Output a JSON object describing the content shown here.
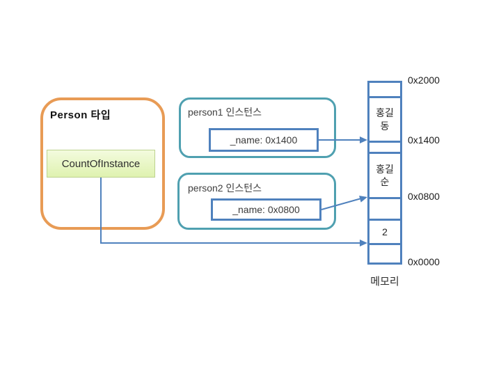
{
  "person_type": {
    "title": "Person 타입",
    "static_field": "CountOfInstance"
  },
  "instances": [
    {
      "title": "person1 인스턴스",
      "field": "_name: 0x1400"
    },
    {
      "title": "person2 인스턴스",
      "field": "_name: 0x0800"
    }
  ],
  "memory": {
    "caption": "메모리",
    "cells": [
      {
        "value": ""
      },
      {
        "value": "홍길\n동"
      },
      {
        "value": ""
      },
      {
        "value": "홍길\n순"
      },
      {
        "value": ""
      },
      {
        "value": "2"
      },
      {
        "value": ""
      }
    ],
    "addresses": [
      {
        "label": "0x2000"
      },
      {
        "label": "0x1400"
      },
      {
        "label": "0x0800"
      },
      {
        "label": "0x0000"
      }
    ]
  },
  "colors": {
    "orange_border": "#E89B55",
    "teal_border": "#4FA0B0",
    "blue_border": "#4F81BD",
    "green_fill": "#E7F6C4",
    "green_border": "#BCD28E",
    "connector": "#4F81BD"
  }
}
